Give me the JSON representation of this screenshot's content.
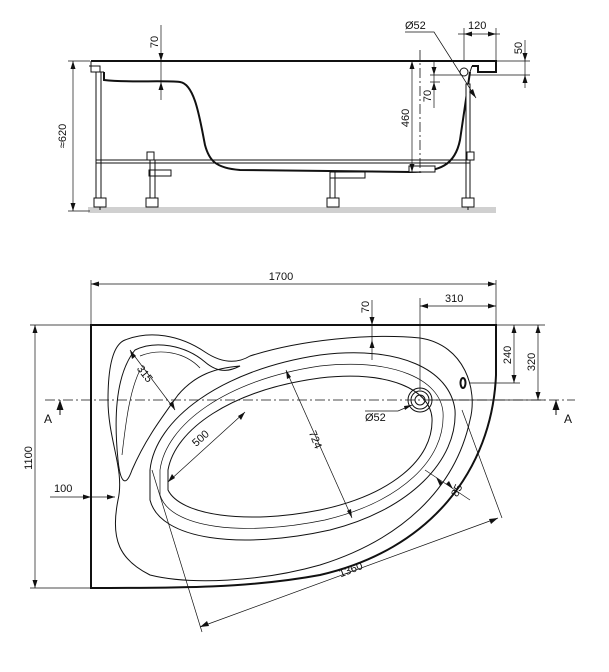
{
  "side_view": {
    "dim_height_total": "≈620",
    "dim_rim": "70",
    "dim_depth": "460",
    "dim_drain_dia": "Ø52",
    "dim_overflow_offset": "120",
    "dim_overflow_height": "50",
    "dim_overflow_drop": "70"
  },
  "plan_view": {
    "dim_length": "1700",
    "dim_width": "1100",
    "dim_rim_top": "70",
    "dim_drain_x": "310",
    "dim_overflow_y1": "240",
    "dim_overflow_y2": "320",
    "dim_left_rim": "100",
    "dim_head_width": "315",
    "dim_inner_width": "500",
    "dim_inner_length": "724",
    "dim_drain_dia": "Ø52",
    "dim_rim_side": "85",
    "dim_diagonal": "1360",
    "section_left": "A",
    "section_right": "A"
  }
}
